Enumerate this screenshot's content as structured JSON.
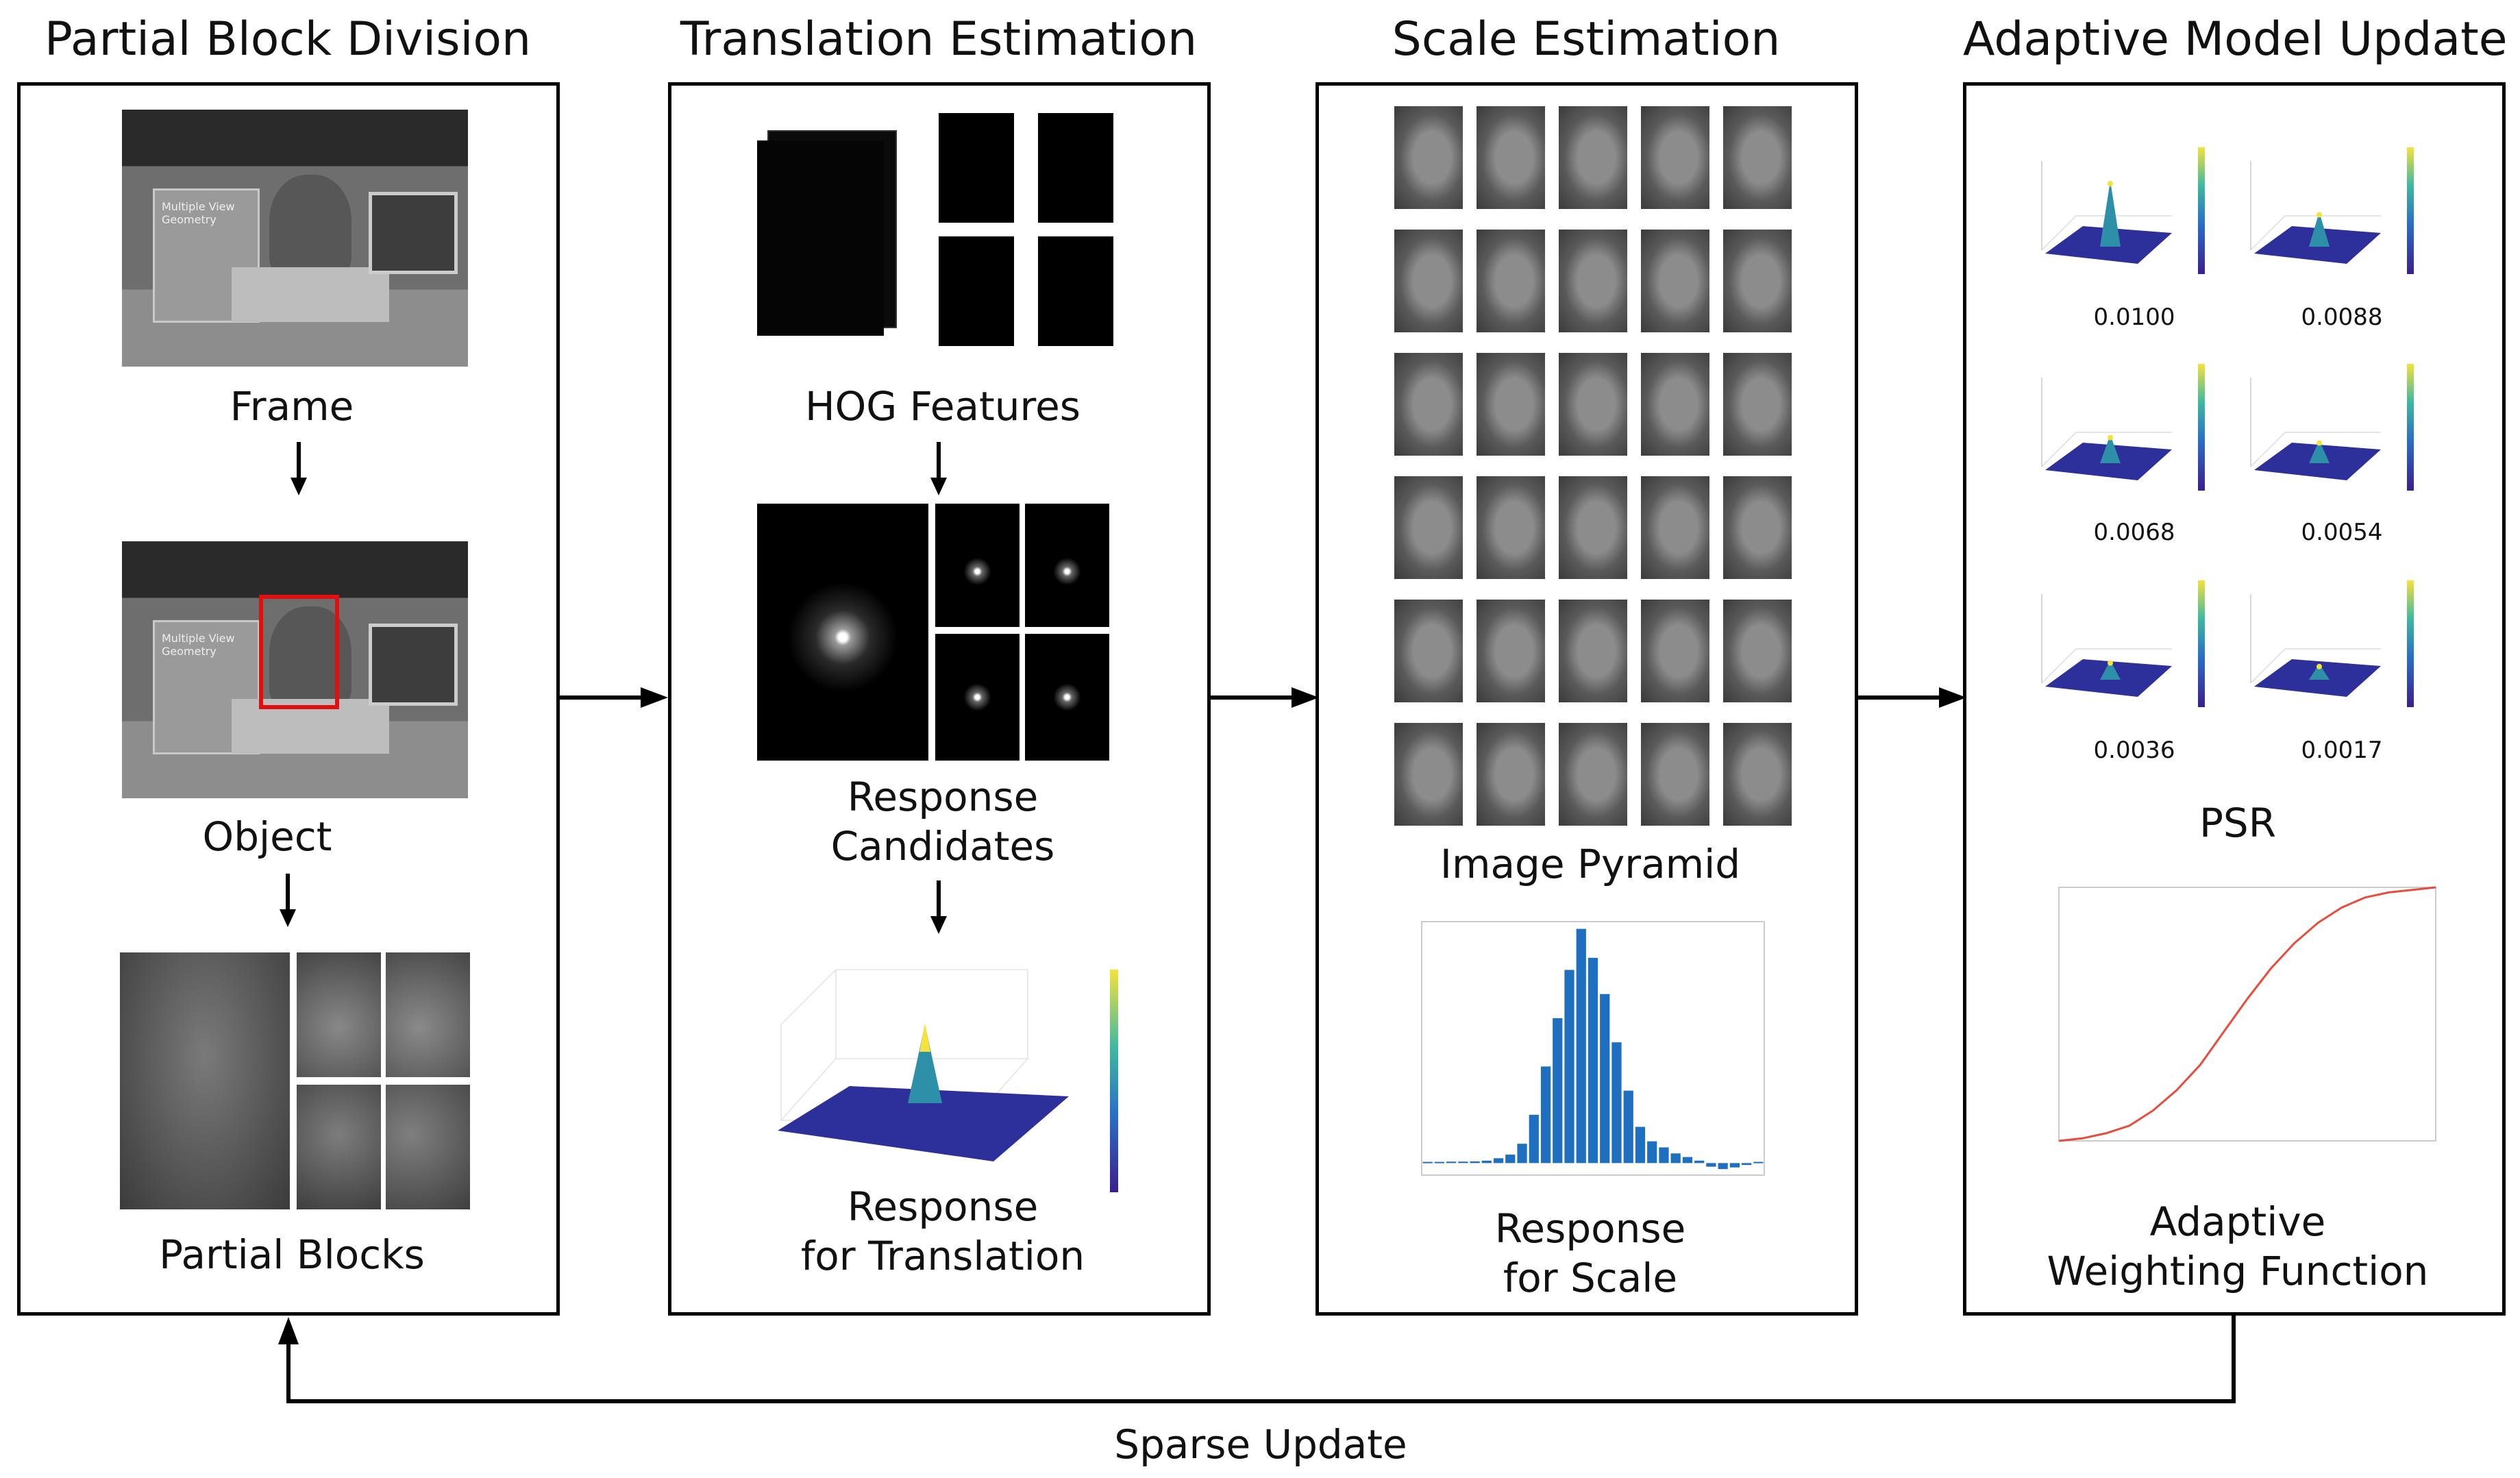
{
  "stages": {
    "partial_block_division": "Partial Block Division",
    "translation_estimation": "Translation Estimation",
    "scale_estimation": "Scale Estimation",
    "adaptive_model_update": "Adaptive Model Update"
  },
  "panel1": {
    "frame": "Frame",
    "object": "Object",
    "partial_blocks": "Partial Blocks",
    "book_title": "Multiple View Geometry"
  },
  "panel2": {
    "hog": "HOG Features",
    "resp_cand_1": "Response",
    "resp_cand_2": "Candidates",
    "resp_trans_1": "Response",
    "resp_trans_2": "for Translation"
  },
  "panel3": {
    "pyramid": "Image Pyramid",
    "resp_scale_1": "Response",
    "resp_scale_2": "for Scale"
  },
  "panel4": {
    "psr_values": [
      "0.0100",
      "0.0088",
      "0.0068",
      "0.0054",
      "0.0036",
      "0.0017"
    ],
    "psr": "PSR",
    "awf_1": "Adaptive",
    "awf_2": "Weighting Function"
  },
  "feedback": "Sparse Update",
  "colors": {
    "surface": "#2d2f9a",
    "peak": "#f5e23a",
    "bar": "#1f6fc0",
    "curve": "#e74c3c",
    "box": "#e01010"
  },
  "chart_data": [
    {
      "type": "bar",
      "title": "",
      "values": [
        0.5,
        0.5,
        0.6,
        0.6,
        0.7,
        1.0,
        2.0,
        3.5,
        8.0,
        20.0,
        40.0,
        60.0,
        80.0,
        97.0,
        85.0,
        70.0,
        50.0,
        30.0,
        15.0,
        9.0,
        6.5,
        4.0,
        2.5,
        1.0,
        -1.5,
        -2.5,
        -1.8,
        -0.8,
        0.5
      ]
    },
    {
      "type": "line",
      "title": "",
      "series": [
        {
          "values": [
            0.0,
            0.01,
            0.03,
            0.06,
            0.12,
            0.2,
            0.3,
            0.43,
            0.56,
            0.68,
            0.78,
            0.86,
            0.92,
            0.96,
            0.98,
            0.99,
            1.0
          ]
        }
      ],
      "ylim": [
        0,
        1
      ]
    }
  ]
}
